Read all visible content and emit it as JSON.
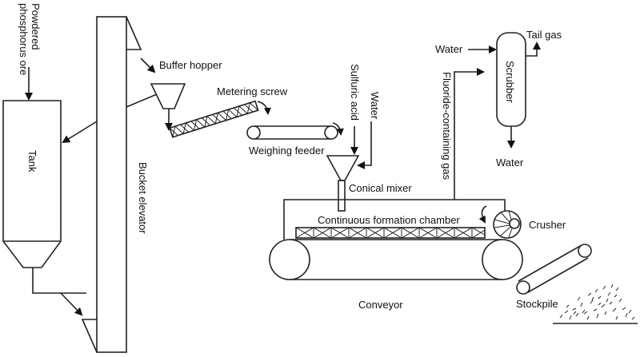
{
  "diagram": {
    "title": "Phosphate fertilizer production process",
    "labels": {
      "feed": "Powdered phosphorus ore",
      "feed_line1": "Powdered",
      "feed_line2": "phosphorus ore",
      "tank": "Tank",
      "bucket_elevator": "Bucket elevator",
      "buffer_hopper": "Buffer hopper",
      "metering_screw": "Metering screw",
      "weighing_feeder": "Weighing feeder",
      "sulfuric_acid": "Sulfuric acid",
      "water_mixer": "Water",
      "conical_mixer": "Conical mixer",
      "fluoride_gas": "Fluoride-containing gas",
      "water_scrubber_in": "Water",
      "scrubber": "Scrubber",
      "tail_gas": "Tail gas",
      "water_scrubber_out": "Water",
      "continuous_formation_chamber": "Continuous formation chamber",
      "crusher": "Crusher",
      "conveyor": "Conveyor",
      "stockpile": "Stockpile"
    },
    "flows": [
      {
        "from": "Powdered phosphorus ore",
        "to": "Tank"
      },
      {
        "from": "Tank",
        "to": "Bucket elevator"
      },
      {
        "from": "Bucket elevator",
        "to": "Buffer hopper"
      },
      {
        "from": "Bucket elevator",
        "to": "Tank"
      },
      {
        "from": "Buffer hopper",
        "to": "Metering screw"
      },
      {
        "from": "Metering screw",
        "to": "Weighing feeder"
      },
      {
        "from": "Weighing feeder",
        "to": "Conical mixer"
      },
      {
        "from": "Sulfuric acid",
        "to": "Conical mixer"
      },
      {
        "from": "Water",
        "to": "Conical mixer"
      },
      {
        "from": "Conical mixer",
        "to": "Continuous formation chamber"
      },
      {
        "from": "Continuous formation chamber",
        "to": "Crusher"
      },
      {
        "from": "Continuous formation chamber",
        "to": "Scrubber",
        "via": "Fluoride-containing gas"
      },
      {
        "from": "Water",
        "to": "Scrubber"
      },
      {
        "from": "Scrubber",
        "to": "Tail gas"
      },
      {
        "from": "Scrubber",
        "to": "Water"
      },
      {
        "from": "Crusher",
        "to": "Stockpile"
      }
    ]
  }
}
